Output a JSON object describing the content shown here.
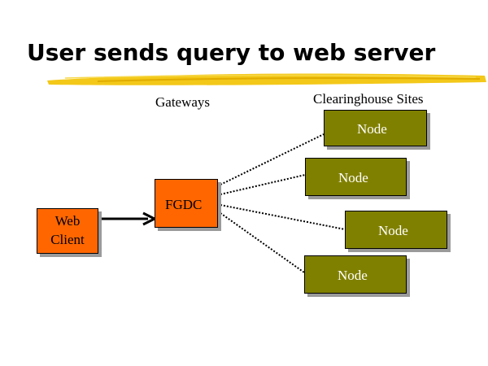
{
  "slide": {
    "title": "User sends query to web server",
    "gateways_label": "Gateways",
    "clearinghouse_label": "Clearinghouse Sites",
    "web_client_line1": "Web",
    "web_client_line2": "Client",
    "fgdc_label": "FGDC",
    "nodes": [
      "Node",
      "Node",
      "Node",
      "Node"
    ]
  },
  "colors": {
    "node_fill": "#808000",
    "client_fill": "#ff6600",
    "highlight": "#f2c200"
  }
}
